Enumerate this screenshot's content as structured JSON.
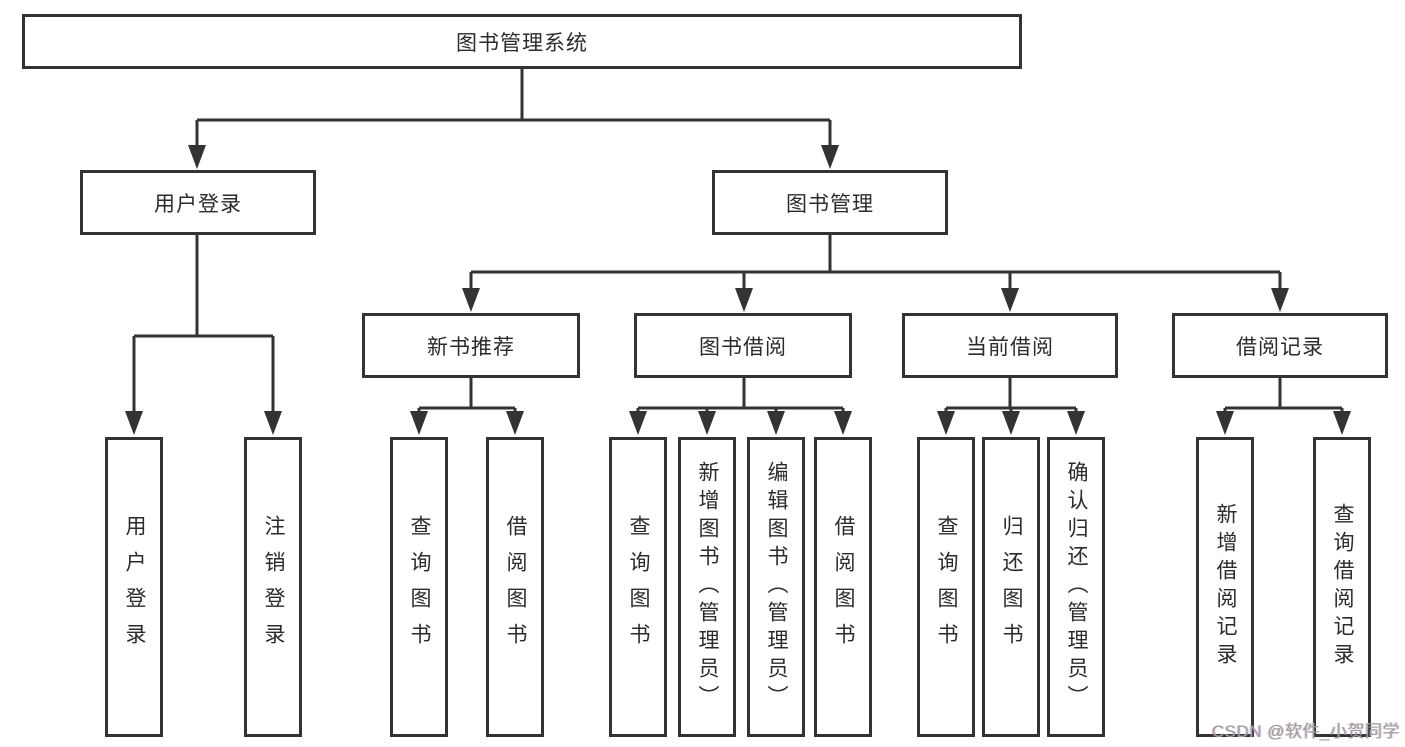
{
  "diagram": {
    "root": {
      "label": "图书管理系统"
    },
    "children": [
      {
        "label": "用户登录",
        "children": [
          {
            "label": "用户登录"
          },
          {
            "label": "注销登录"
          }
        ]
      },
      {
        "label": "图书管理",
        "children": [
          {
            "label": "新书推荐",
            "children": [
              {
                "label": "查询图书"
              },
              {
                "label": "借阅图书"
              }
            ]
          },
          {
            "label": "图书借阅",
            "children": [
              {
                "label": "查询图书"
              },
              {
                "label": "新增图书（管理员）"
              },
              {
                "label": "编辑图书（管理员）"
              },
              {
                "label": "借阅图书"
              }
            ]
          },
          {
            "label": "当前借阅",
            "children": [
              {
                "label": "查询图书"
              },
              {
                "label": "归还图书"
              },
              {
                "label": "确认归还（管理员）"
              }
            ]
          },
          {
            "label": "借阅记录",
            "children": [
              {
                "label": "新增借阅记录"
              },
              {
                "label": "查询借阅记录"
              }
            ]
          }
        ]
      }
    ]
  },
  "watermark": {
    "text": "CSDN @软件_小贺同学"
  },
  "colors": {
    "line": "#333333",
    "text": "#2b2b2b",
    "watermark": "#9e9e9e",
    "background": "#ffffff"
  }
}
